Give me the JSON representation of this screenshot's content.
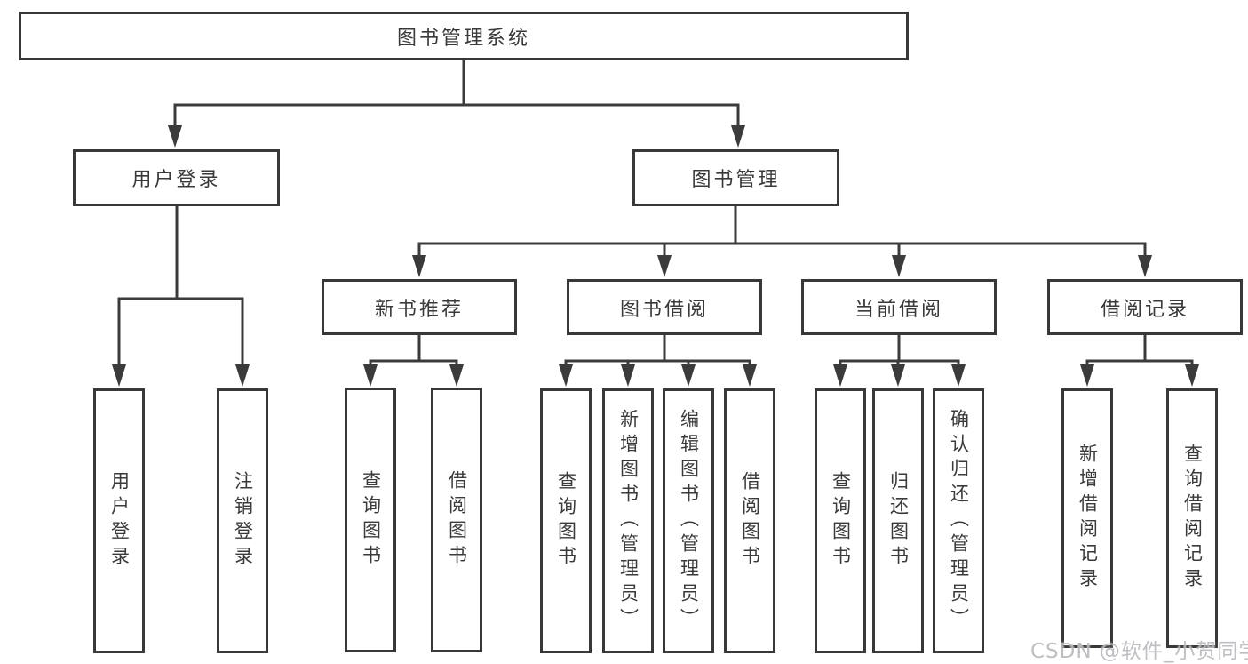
{
  "tree": {
    "root": "图书管理系统",
    "branches": [
      {
        "label": "用户登录",
        "children": [
          "用户登录",
          "注销登录"
        ]
      },
      {
        "label": "图书管理",
        "groups": [
          {
            "label": "新书推荐",
            "children": [
              "查询图书",
              "借阅图书"
            ]
          },
          {
            "label": "图书借阅",
            "children": [
              "查询图书",
              "新增图书（管理员）",
              "编辑图书（管理员）",
              "借阅图书"
            ]
          },
          {
            "label": "当前借阅",
            "children": [
              "查询图书",
              "归还图书",
              "确认归还（管理员）"
            ]
          },
          {
            "label": "借阅记录",
            "children": [
              "新增借阅记录",
              "查询借阅记录"
            ]
          }
        ]
      }
    ]
  },
  "watermark": {
    "text": "CSDN @软件_小贺同学"
  },
  "colors": {
    "line": "#3b3b3b",
    "border": "#383838",
    "text": "#3a3a3a",
    "watermark": "#b9babe",
    "background": "#ffffff"
  }
}
